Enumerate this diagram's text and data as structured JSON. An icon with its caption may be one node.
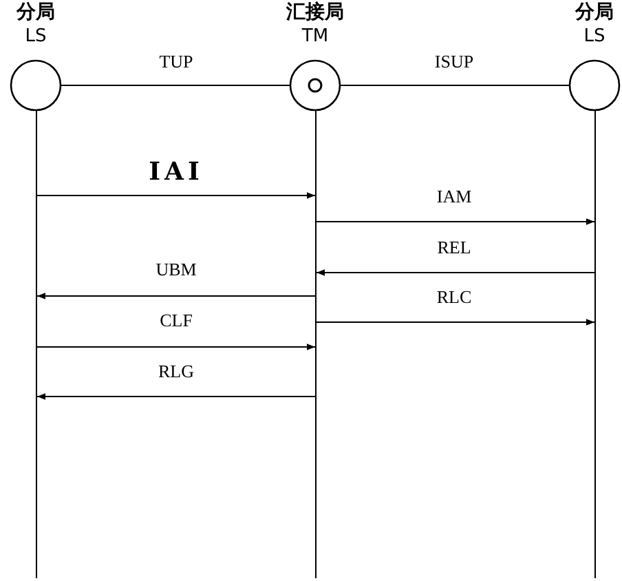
{
  "diagram": {
    "nodes": [
      {
        "text": [
          "分局",
          "LS"
        ]
      },
      {
        "text": [
          "汇接局",
          "TM"
        ]
      },
      {
        "text": [
          "分局",
          "LS"
        ]
      },
      {
        "text": [],
        "shape": "bar"
      },
      {
        "text": [],
        "shape": "bar"
      },
      {
        "text": [],
        "shape": "bar"
      }
    ],
    "edges": [
      {
        "from": 0,
        "to": 1,
        "arrow": "none",
        "label": "TUP"
      },
      {
        "from": 1,
        "to": 2,
        "arrow": "none",
        "label": "ISUP"
      },
      {
        "from": 3,
        "to": 4,
        "arrow": "to",
        "label": "IAI"
      },
      {
        "from": 4,
        "to": 5,
        "arrow": "to",
        "label": "IAM"
      },
      {
        "from": 5,
        "to": 4,
        "arrow": "to",
        "label": "REL"
      },
      {
        "from": 4,
        "to": 3,
        "arrow": "to",
        "label": "UBM"
      },
      {
        "from": 4,
        "to": 5,
        "arrow": "to",
        "label": "RLC"
      },
      {
        "from": 3,
        "to": 4,
        "arrow": "to",
        "label": "CLF"
      },
      {
        "from": 4,
        "to": 3,
        "arrow": "to",
        "label": "RLG"
      }
    ]
  }
}
